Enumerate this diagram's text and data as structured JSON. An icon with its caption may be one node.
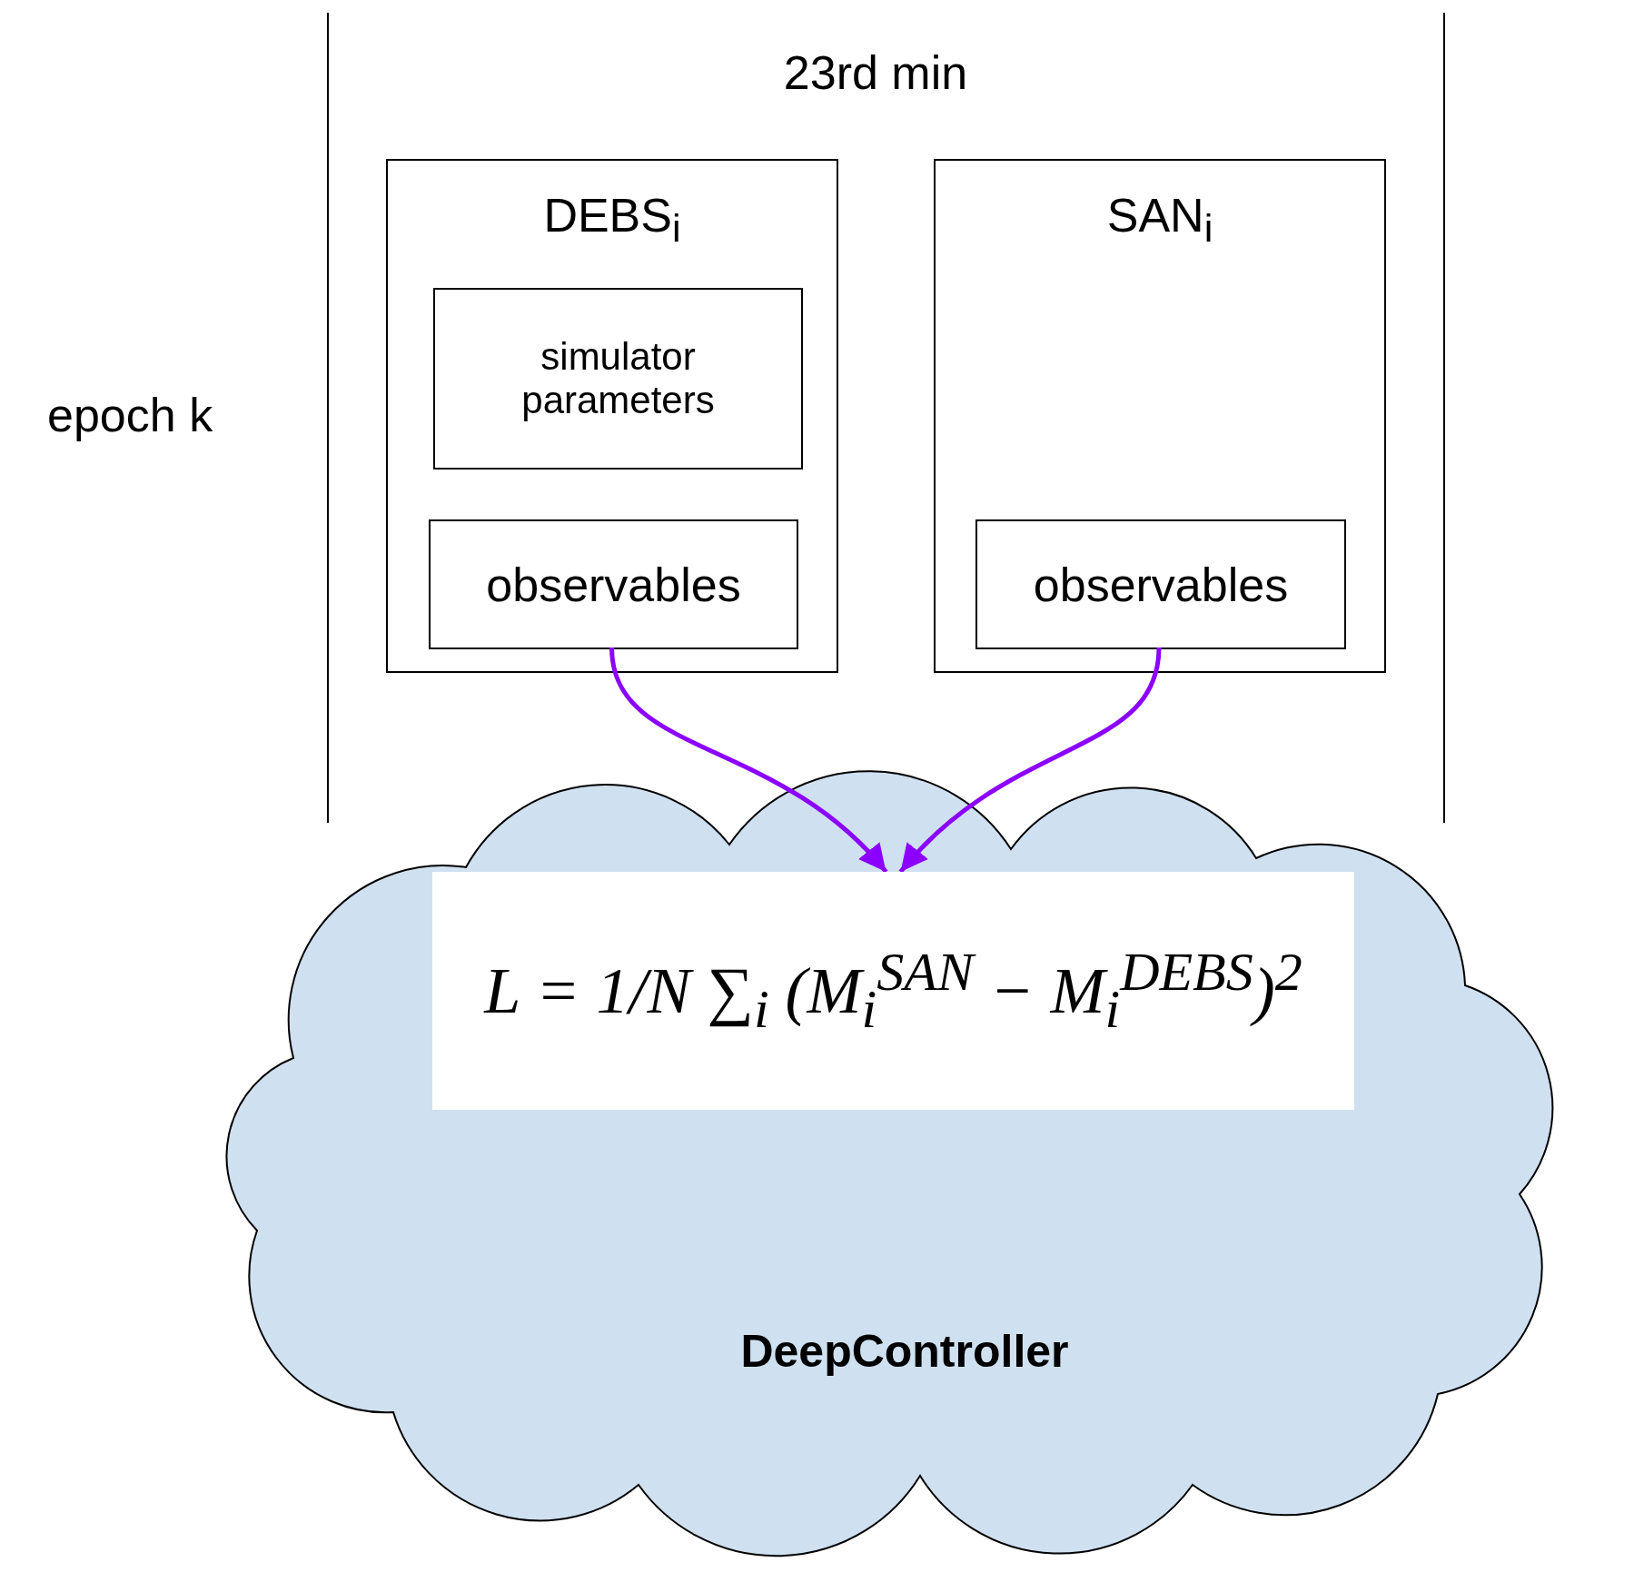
{
  "diagram": {
    "nodes": [
      {
        "text": [
          "DEBS$_{i}$"
        ]
      },
      {
        "text": [
          "simulator parameters"
        ],
        "in": 0
      },
      {
        "text": [
          "observables"
        ],
        "in": 0
      },
      {
        "text": [
          "SAN$_{i}$"
        ]
      },
      {
        "text": [
          "observables"
        ],
        "in": 3
      },
      {
        "text": [
          "DeepController"
        ]
      },
      {
        "text": [
          "L = 1/N ∑$_{i}$ (M$_{i}$$^{SAN}$ − M$_{i}$$^{DEBS}$)$^{2}$"
        ],
        "in": 5
      }
    ],
    "edges": [
      {
        "from": 2,
        "to": 6,
        "arrow": "to"
      },
      {
        "from": 4,
        "to": 6,
        "arrow": "to"
      }
    ],
    "labels": [
      "23rd min",
      "epoch k"
    ]
  }
}
